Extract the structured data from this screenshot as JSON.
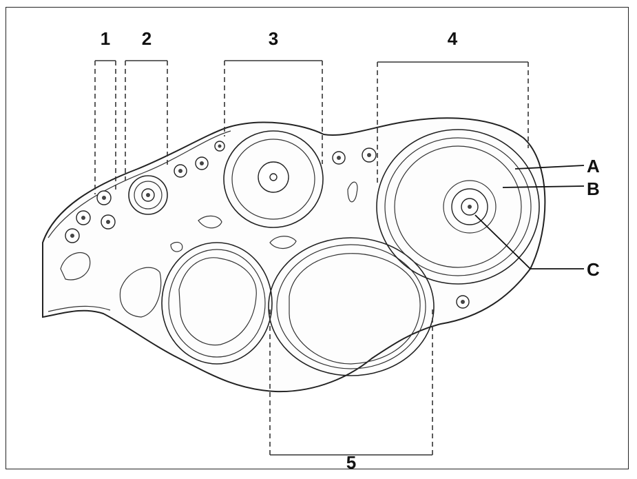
{
  "stage_labels": [
    "1",
    "2",
    "3",
    "4",
    "5"
  ],
  "structure_labels": [
    "A",
    "B",
    "C"
  ]
}
